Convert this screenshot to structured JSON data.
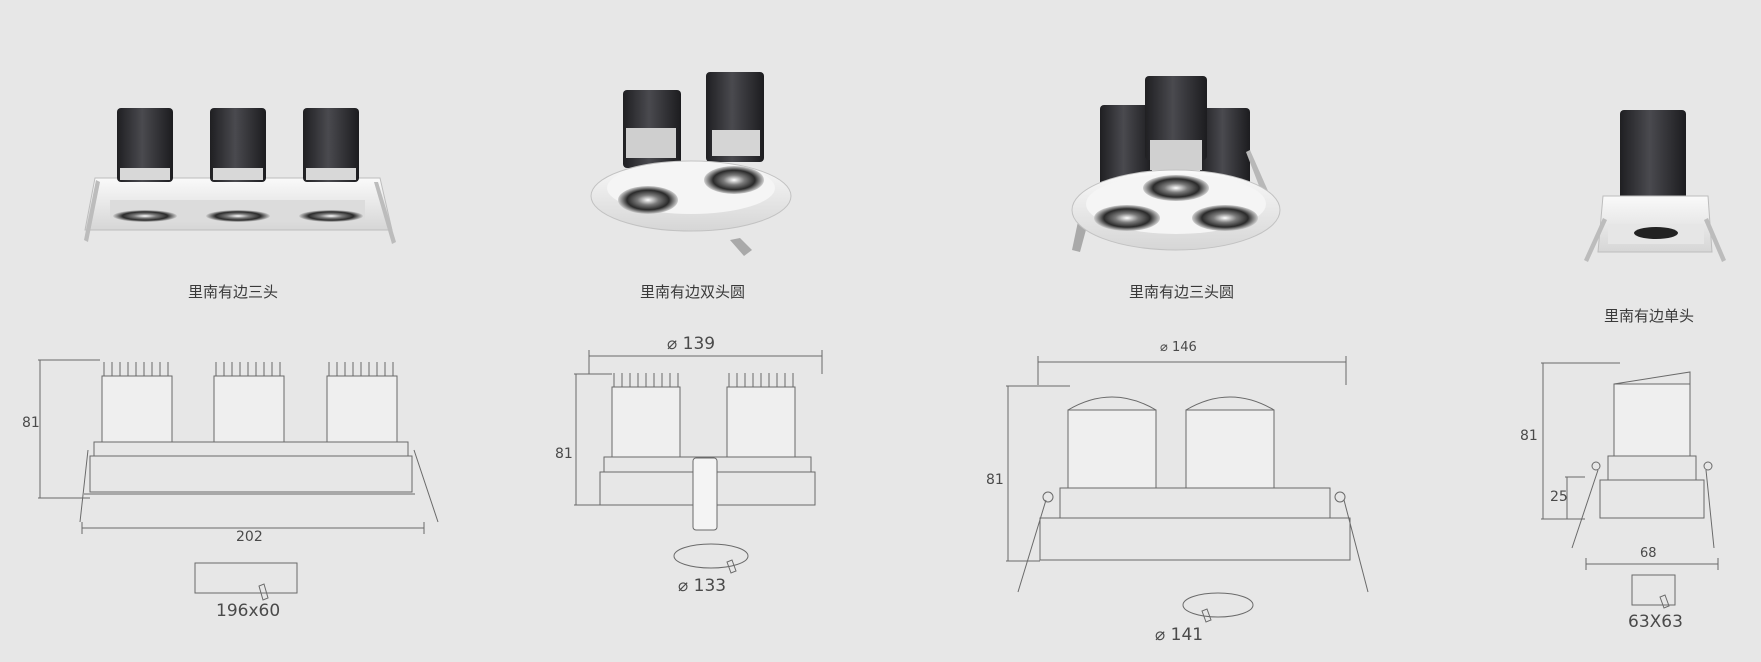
{
  "products": [
    {
      "name": "里南有边三头",
      "dims": {
        "height": "81",
        "width": "202",
        "cutout": "196x60"
      }
    },
    {
      "name": "里南有边双头圆",
      "dims": {
        "height": "81",
        "width": "⌀ 139",
        "cutout": "⌀ 133"
      }
    },
    {
      "name": "里南有边三头圆",
      "dims": {
        "height": "81",
        "width": "⌀ 146",
        "cutout": "⌀ 141"
      }
    },
    {
      "name": "里南有边单头",
      "dims": {
        "height": "81",
        "sub_height": "25",
        "width": "68",
        "cutout": "63X63"
      }
    }
  ],
  "colors": {
    "background": "#e7e7e7",
    "housing": "#2f2f33",
    "trim": "#f2f2f2",
    "line": "#6a6a6a"
  }
}
